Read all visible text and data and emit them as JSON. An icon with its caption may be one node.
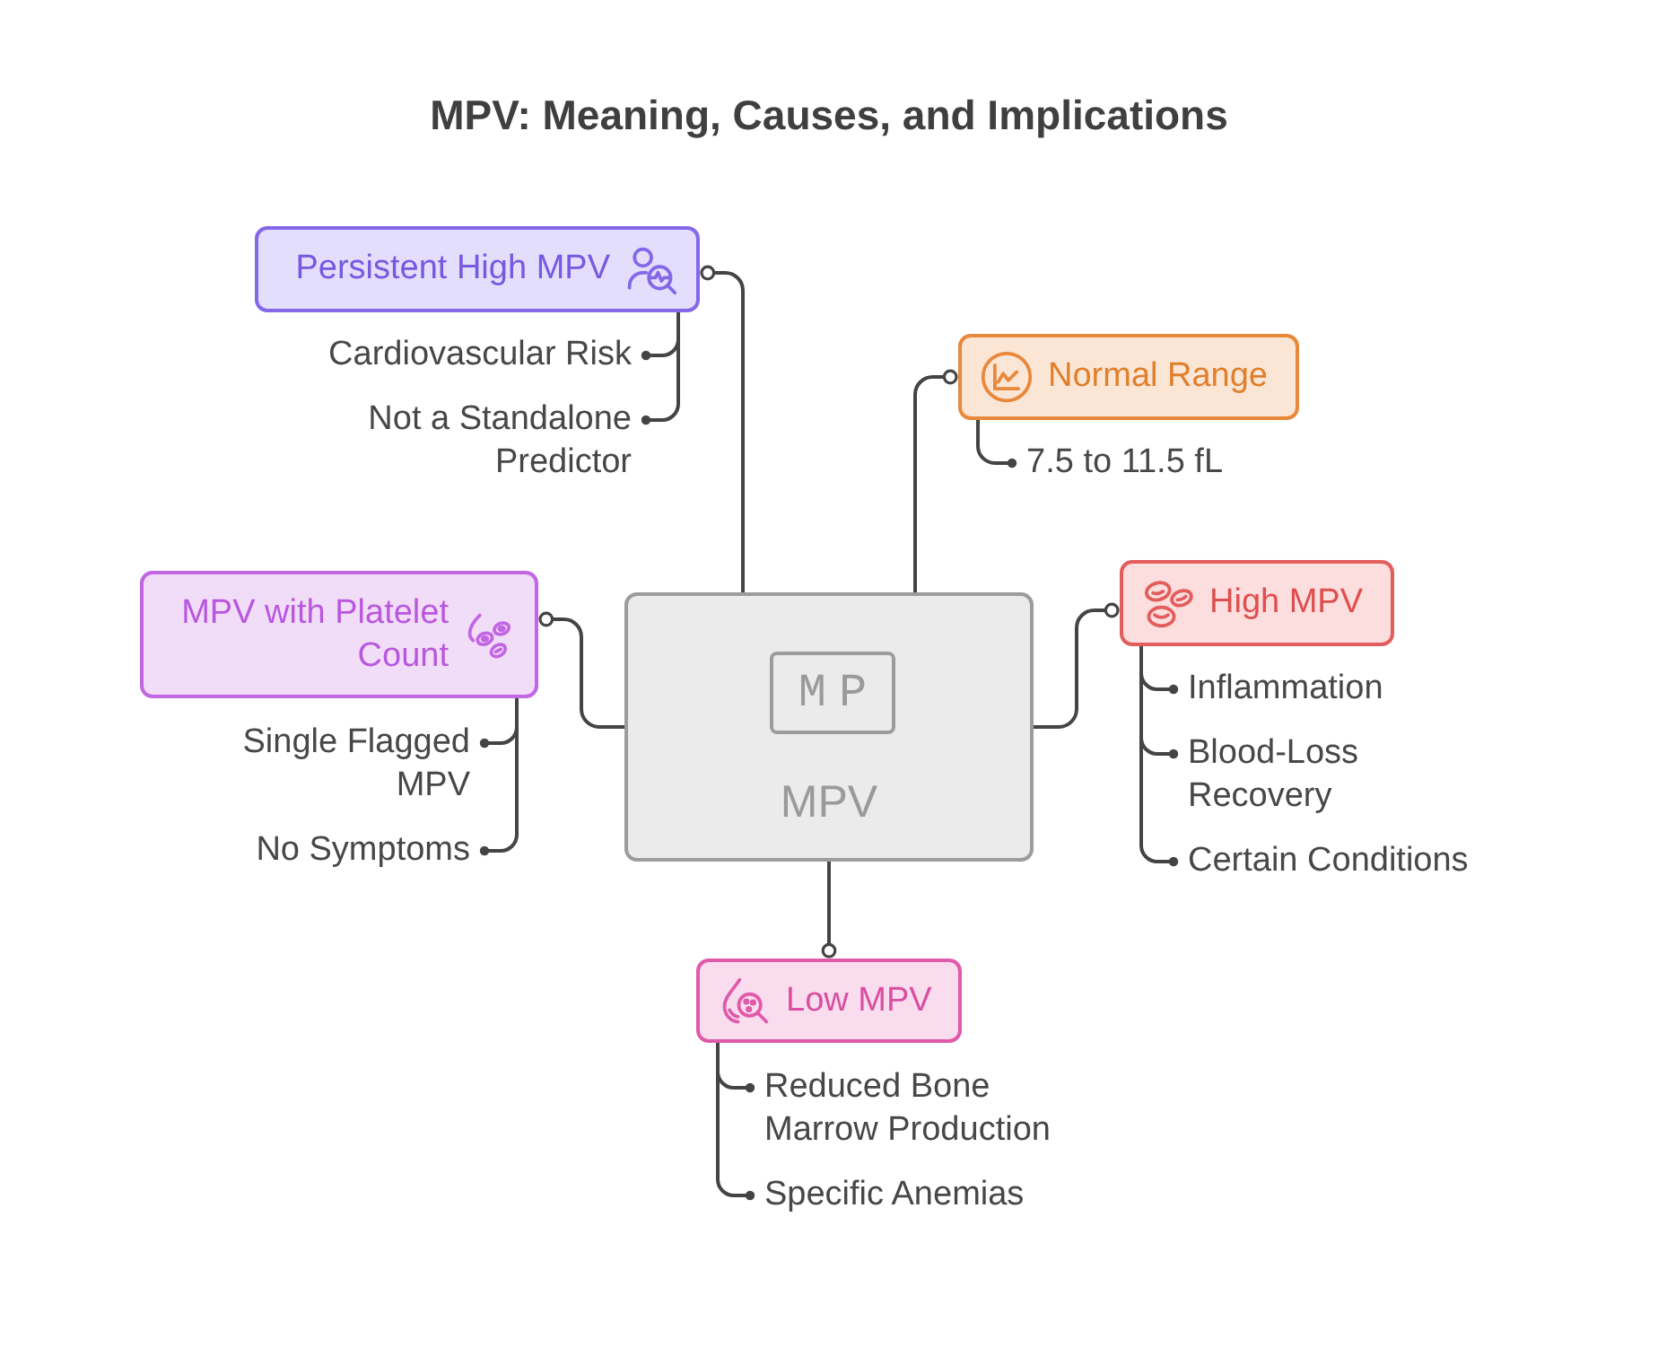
{
  "diagram": {
    "title": "MPV: Meaning, Causes, and Implications",
    "nodes": [
      {
        "text": [
          "MPV"
        ]
      },
      {
        "text": [
          "MP"
        ],
        "in": 0
      },
      {
        "text": [
          "Persistent High MPV"
        ]
      },
      {
        "text": [
          "Cardiovascular Risk"
        ]
      },
      {
        "text": [
          "Not a Standalone Predictor"
        ]
      },
      {
        "text": [
          "Normal Range"
        ]
      },
      {
        "text": [
          "7.5 to 11.5 fL"
        ]
      },
      {
        "text": [
          "MPV with Platelet Count"
        ]
      },
      {
        "text": [
          "Single Flagged MPV"
        ]
      },
      {
        "text": [
          "No Symptoms"
        ]
      },
      {
        "text": [
          "High MPV"
        ]
      },
      {
        "text": [
          "Inflammation"
        ]
      },
      {
        "text": [
          "Blood-Loss Recovery"
        ]
      },
      {
        "text": [
          "Certain Conditions"
        ]
      },
      {
        "text": [
          "Low MPV"
        ]
      },
      {
        "text": [
          "Reduced Bone Marrow Production"
        ]
      },
      {
        "text": [
          "Specific Anemias"
        ]
      }
    ],
    "edges": [
      {
        "from": 0,
        "to": 2,
        "arrow": "other"
      },
      {
        "from": 2,
        "to": 3,
        "arrow": "other"
      },
      {
        "from": 2,
        "to": 4,
        "arrow": "other"
      },
      {
        "from": 0,
        "to": 5,
        "arrow": "other"
      },
      {
        "from": 5,
        "to": 6,
        "arrow": "other"
      },
      {
        "from": 0,
        "to": 7,
        "arrow": "other"
      },
      {
        "from": 7,
        "to": 8,
        "arrow": "other"
      },
      {
        "from": 7,
        "to": 9,
        "arrow": "other"
      },
      {
        "from": 0,
        "to": 10,
        "arrow": "other"
      },
      {
        "from": 10,
        "to": 11,
        "arrow": "other"
      },
      {
        "from": 10,
        "to": 12,
        "arrow": "other"
      },
      {
        "from": 10,
        "to": 13,
        "arrow": "other"
      },
      {
        "from": 0,
        "to": 14,
        "arrow": "other"
      },
      {
        "from": 14,
        "to": 15,
        "arrow": "other"
      },
      {
        "from": 14,
        "to": 16,
        "arrow": "other"
      }
    ]
  }
}
